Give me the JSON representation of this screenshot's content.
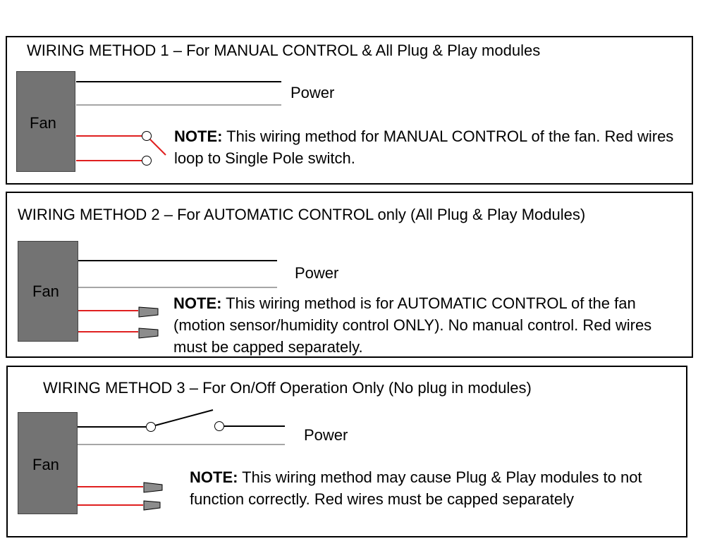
{
  "colors": {
    "fan_fill": "#737373",
    "power_wire": "#000000",
    "neutral_wire": "#a6a6a6",
    "red_wire": "#e02020",
    "cap_fill": "#8c8c8c"
  },
  "methods": [
    {
      "title": "WIRING METHOD 1 – For MANUAL CONTROL & All Plug & Play modules",
      "fan_label": "Fan",
      "power_label": "Power",
      "note_label": "NOTE:",
      "note_text": " This wiring method for MANUAL CONTROL of the fan. Red wires loop to Single Pole switch.",
      "red_wire_termination": "single-pole-switch"
    },
    {
      "title": "WIRING METHOD 2 – For AUTOMATIC CONTROL only (All Plug & Play Modules)",
      "fan_label": "Fan",
      "power_label": "Power",
      "note_label": "NOTE:",
      "note_text": " This wiring method is for AUTOMATIC CONTROL of the fan (motion sensor/humidity control ONLY). No manual control. Red wires must be capped separately.",
      "red_wire_termination": "wire-caps"
    },
    {
      "title": "WIRING METHOD 3 – For On/Off Operation Only (No plug in modules)",
      "fan_label": "Fan",
      "power_label": "Power",
      "note_label": "NOTE:",
      "note_text": " This wiring method may cause Plug & Play modules to not function correctly. Red wires must be capped separately",
      "red_wire_termination": "wire-caps",
      "power_switch": "single-pole-switch"
    }
  ]
}
